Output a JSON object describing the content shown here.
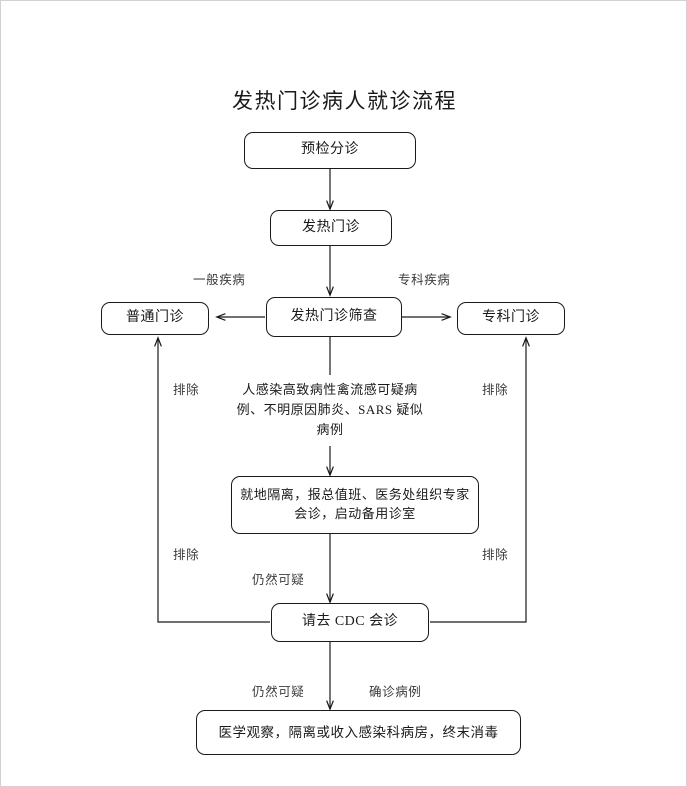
{
  "title": "发热门诊病人就诊流程",
  "nodes": {
    "triage": "预检分诊",
    "fever_clinic": "发热门诊",
    "screening": "发热门诊筛查",
    "general_clinic": "普通门诊",
    "specialist_clinic": "专科门诊",
    "isolate": "就地隔离，报总值班、医务处组织专家会诊，启动备用诊室",
    "cdc": "请去 CDC 会诊",
    "observation": "医学观察，隔离或收入感染科病房，终末消毒"
  },
  "free_text": {
    "suspect_cases_line1": "人感染高致病性禽流感可疑病",
    "suspect_cases_line2": "例、不明原因肺炎、SARS 疑似",
    "suspect_cases_line3": "病例"
  },
  "edge_labels": {
    "general_disease": "一般疾病",
    "specialist_disease": "专科疾病",
    "exclude_left_upper": "排除",
    "exclude_left_lower": "排除",
    "exclude_right_upper": "排除",
    "exclude_right_lower": "排除",
    "still_suspect_upper": "仍然可疑",
    "still_suspect_lower": "仍然可疑",
    "confirmed_case": "确诊病例"
  },
  "colors": {
    "stroke": "#1a1a1a",
    "page_border": "#d2d2d2",
    "text": "#1a1a1a",
    "label_text": "#3a3a3a",
    "background": "#ffffff"
  }
}
